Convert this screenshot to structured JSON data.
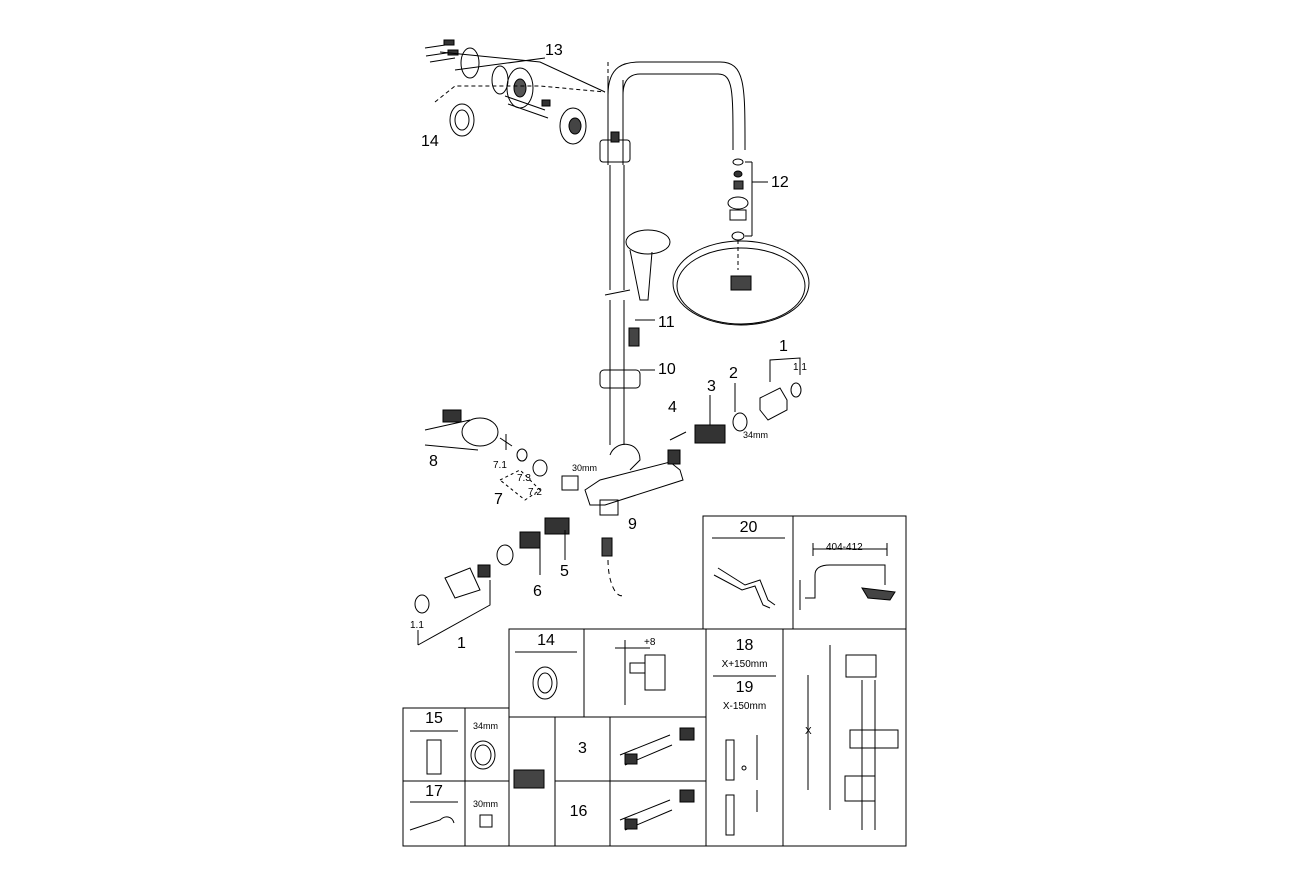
{
  "callouts": {
    "c13": "13",
    "c14": "14",
    "c12": "12",
    "c11": "11",
    "c10": "10",
    "c1_right": "1",
    "c1_1_right": "1.1",
    "c2": "2",
    "c3": "3",
    "c4": "4",
    "c34mm": "34mm",
    "c8": "8",
    "c7_1": "7.1",
    "c7_3": "7.3",
    "c7_2": "7.2",
    "c7": "7",
    "c30mm": "30mm",
    "c9": "9",
    "c5": "5",
    "c6": "6",
    "c1_1_left": "1.1",
    "c1_left": "1"
  },
  "panels": {
    "p20": {
      "num": "20",
      "dim": "404-412"
    },
    "p14": {
      "num": "14",
      "offset": "+8"
    },
    "p18_19": {
      "num18": "18",
      "label18": "X+150mm",
      "num19": "19",
      "label19": "X-150mm",
      "x_label": "X"
    },
    "p15": {
      "num": "15",
      "size": "34mm"
    },
    "p17": {
      "num": "17",
      "size": "30mm"
    },
    "p3": {
      "num": "3"
    },
    "p16": {
      "num": "16"
    }
  }
}
